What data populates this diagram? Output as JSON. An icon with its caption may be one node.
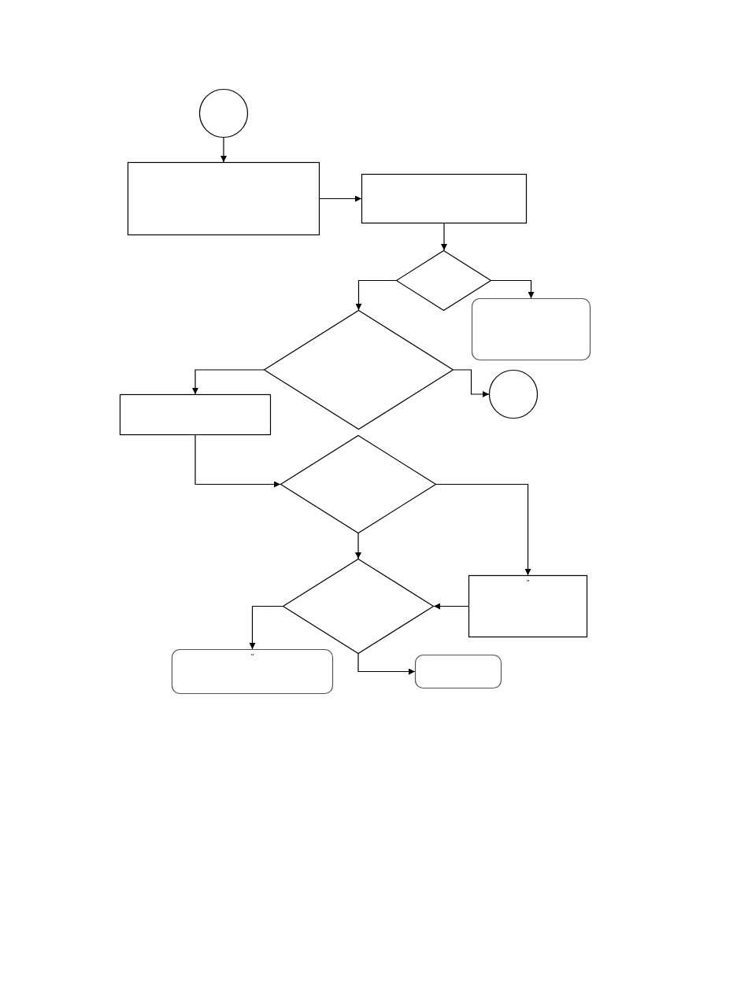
{
  "diagram": {
    "nodes": [
      {
        "text": [],
        "shape": "circle"
      },
      {
        "text": [],
        "shape": "box"
      },
      {
        "text": [],
        "shape": "box"
      },
      {
        "text": [],
        "shape": "diamond"
      },
      {
        "text": [],
        "shape": "box"
      },
      {
        "text": [],
        "shape": "diamond"
      },
      {
        "text": [],
        "shape": "box"
      },
      {
        "text": [],
        "shape": "circle"
      },
      {
        "text": [],
        "shape": "diamond"
      },
      {
        "text": [],
        "shape": "diamond"
      },
      {
        "text": [
          "\""
        ]
      },
      {
        "text": [
          "\""
        ]
      },
      {
        "text": [],
        "shape": "box"
      }
    ],
    "edges": [
      {
        "from": 0,
        "to": 1,
        "arrow": "to"
      },
      {
        "from": 1,
        "to": 2,
        "arrow": "to"
      },
      {
        "from": 2,
        "to": 3,
        "arrow": "to"
      },
      {
        "from": 3,
        "to": 5,
        "arrow": "to"
      },
      {
        "from": 3,
        "to": 4,
        "arrow": "to"
      },
      {
        "from": 5,
        "to": 6,
        "arrow": "to"
      },
      {
        "from": 5,
        "to": 7,
        "arrow": "to"
      },
      {
        "from": 6,
        "to": 8,
        "arrow": "to"
      },
      {
        "from": 8,
        "to": 9,
        "arrow": "to"
      },
      {
        "from": 8,
        "to": 10,
        "arrow": "to"
      },
      {
        "from": 10,
        "to": 9,
        "arrow": "to"
      },
      {
        "from": 9,
        "to": 11,
        "arrow": "to"
      },
      {
        "from": 9,
        "to": 12,
        "arrow": "to"
      }
    ]
  }
}
